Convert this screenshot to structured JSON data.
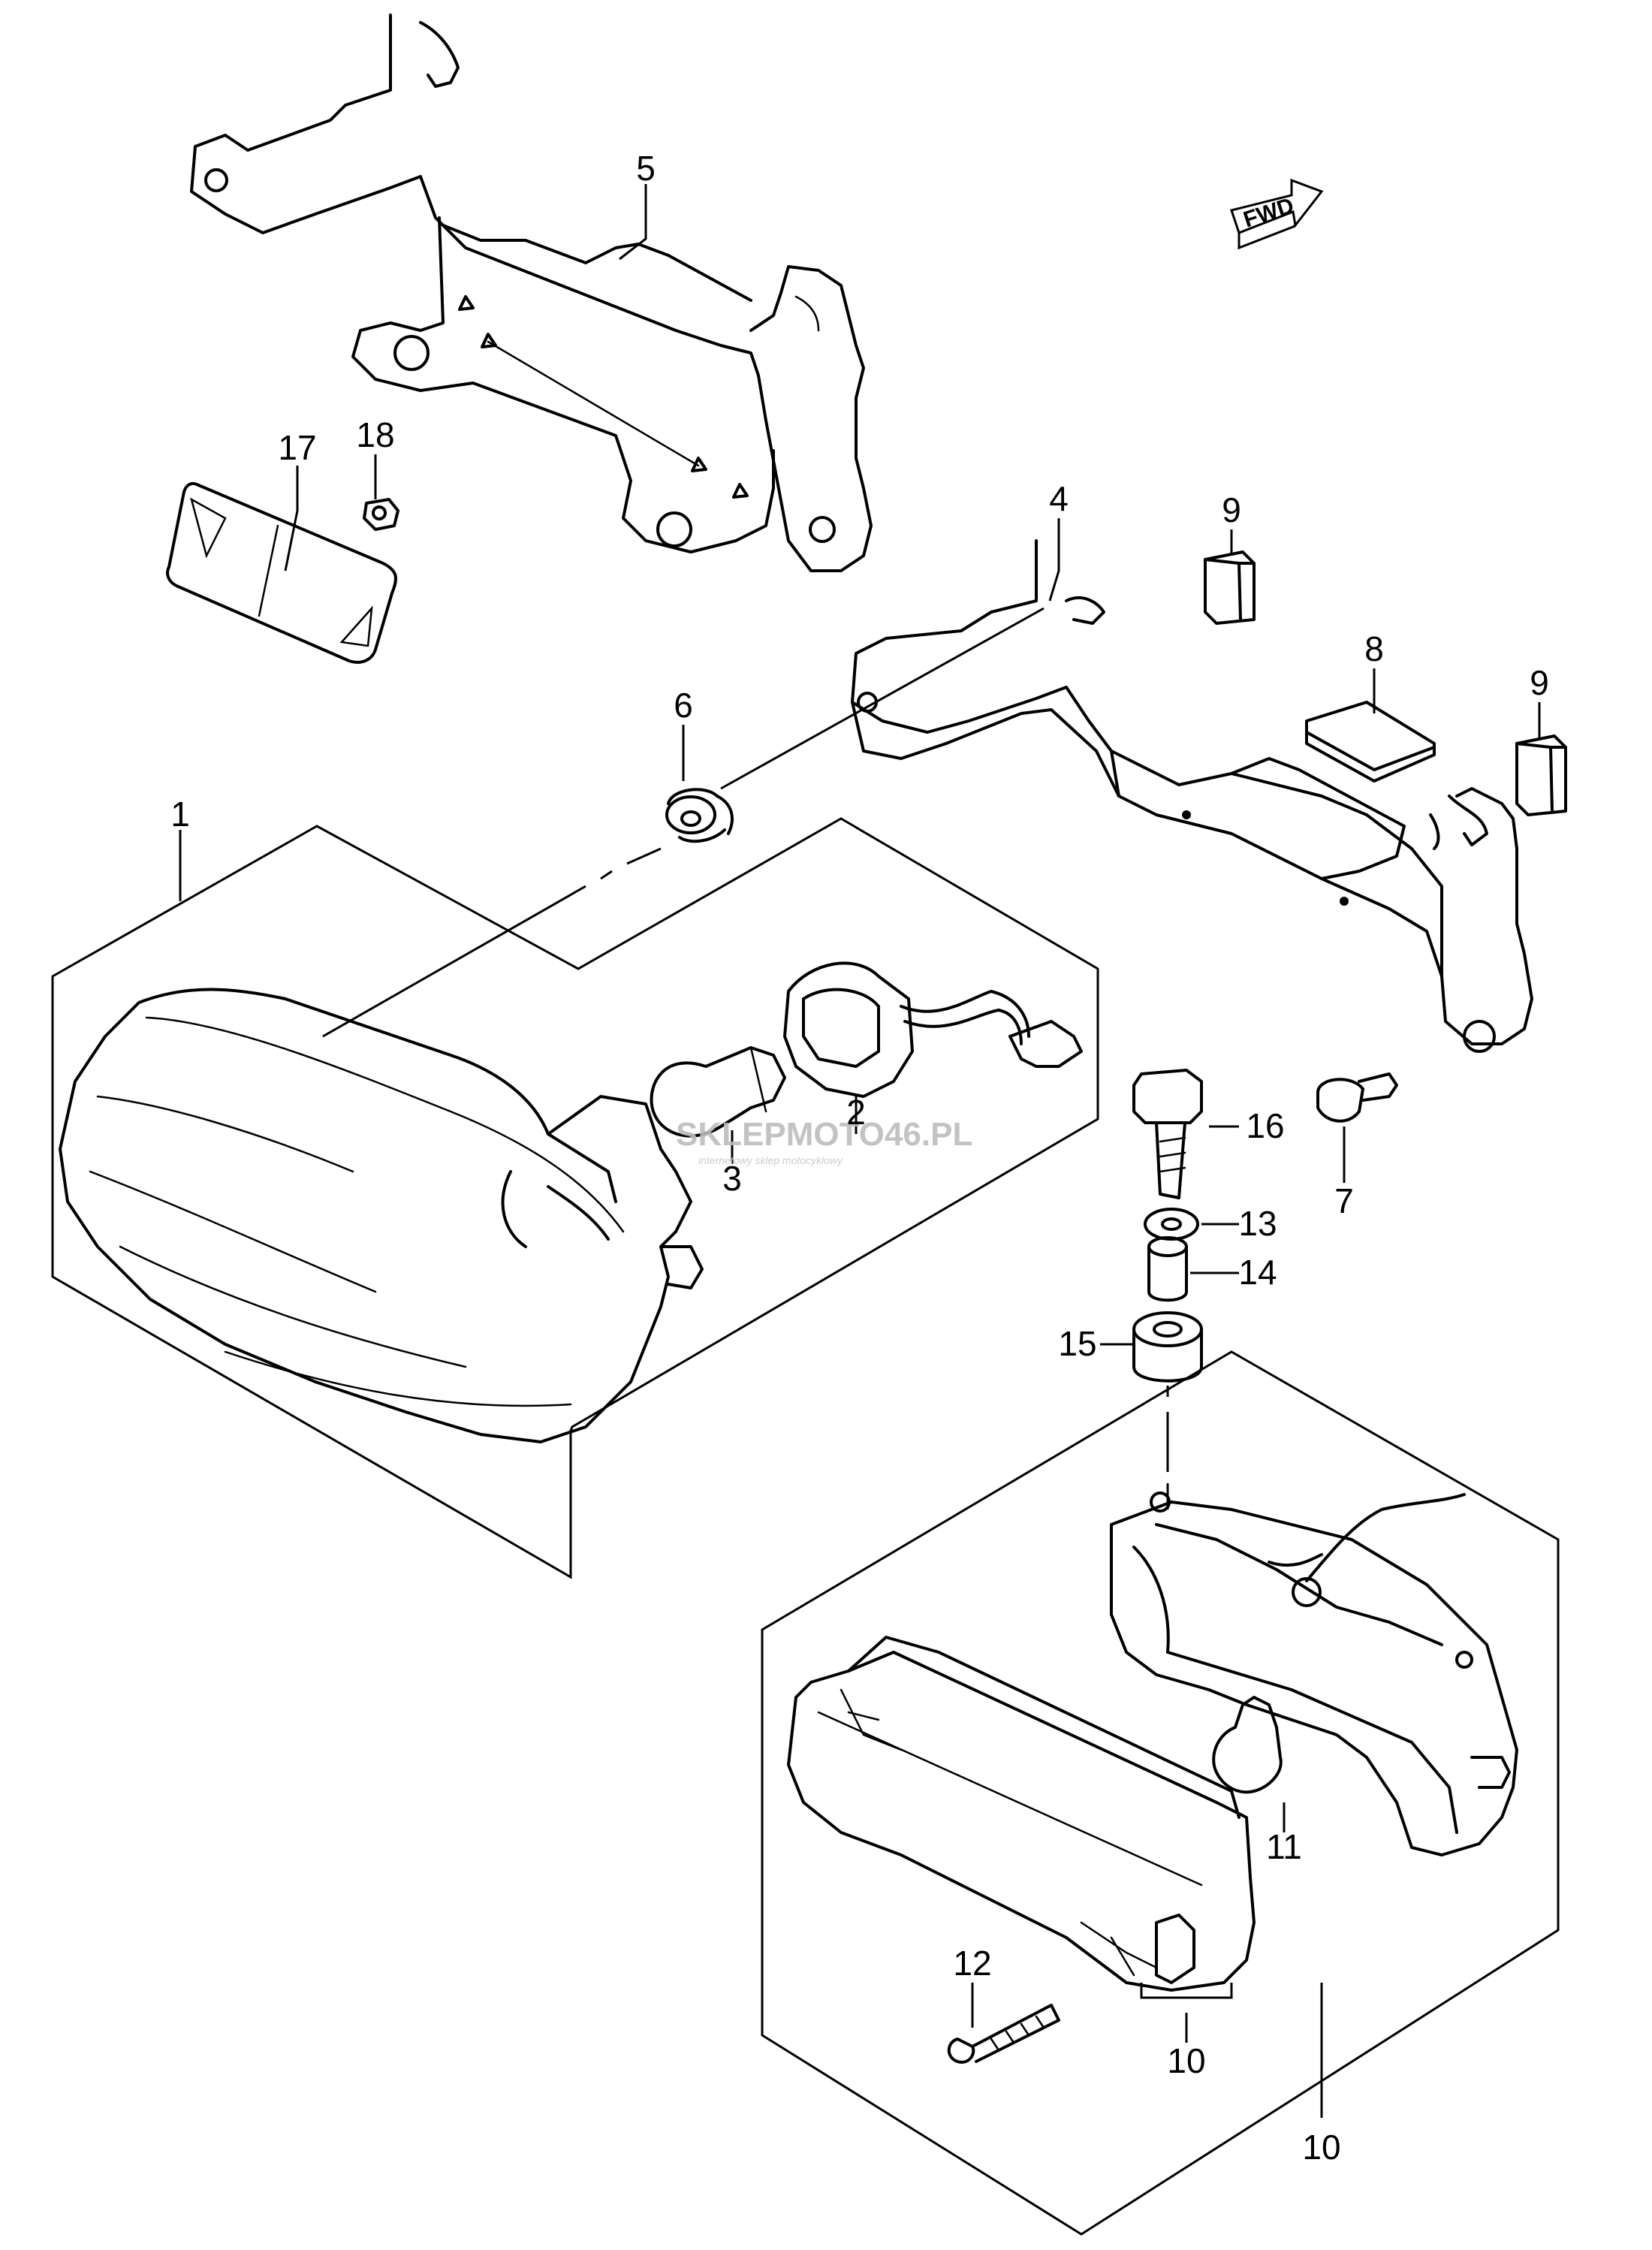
{
  "callouts": [
    {
      "id": "p1",
      "label": "1"
    },
    {
      "id": "p2",
      "label": "2"
    },
    {
      "id": "p3",
      "label": "3"
    },
    {
      "id": "p4",
      "label": "4"
    },
    {
      "id": "p5",
      "label": "5"
    },
    {
      "id": "p6",
      "label": "6"
    },
    {
      "id": "p7",
      "label": "7"
    },
    {
      "id": "p8",
      "label": "8"
    },
    {
      "id": "p9a",
      "label": "9"
    },
    {
      "id": "p9b",
      "label": "9"
    },
    {
      "id": "p10",
      "label": "10"
    },
    {
      "id": "p11",
      "label": "11"
    },
    {
      "id": "p12",
      "label": "12"
    },
    {
      "id": "p13",
      "label": "13"
    },
    {
      "id": "p14",
      "label": "14"
    },
    {
      "id": "p15",
      "label": "15"
    },
    {
      "id": "p16",
      "label": "16"
    },
    {
      "id": "p17",
      "label": "17"
    },
    {
      "id": "p18",
      "label": "18"
    },
    {
      "id": "p19",
      "label": "19"
    }
  ],
  "fwd_label": "FWD",
  "watermark": {
    "brand_prefix": "SKLEPMOTO",
    "brand_number": "46",
    "brand_suffix": ".PL",
    "tagline": "internetowy sklep motocyklowy"
  }
}
